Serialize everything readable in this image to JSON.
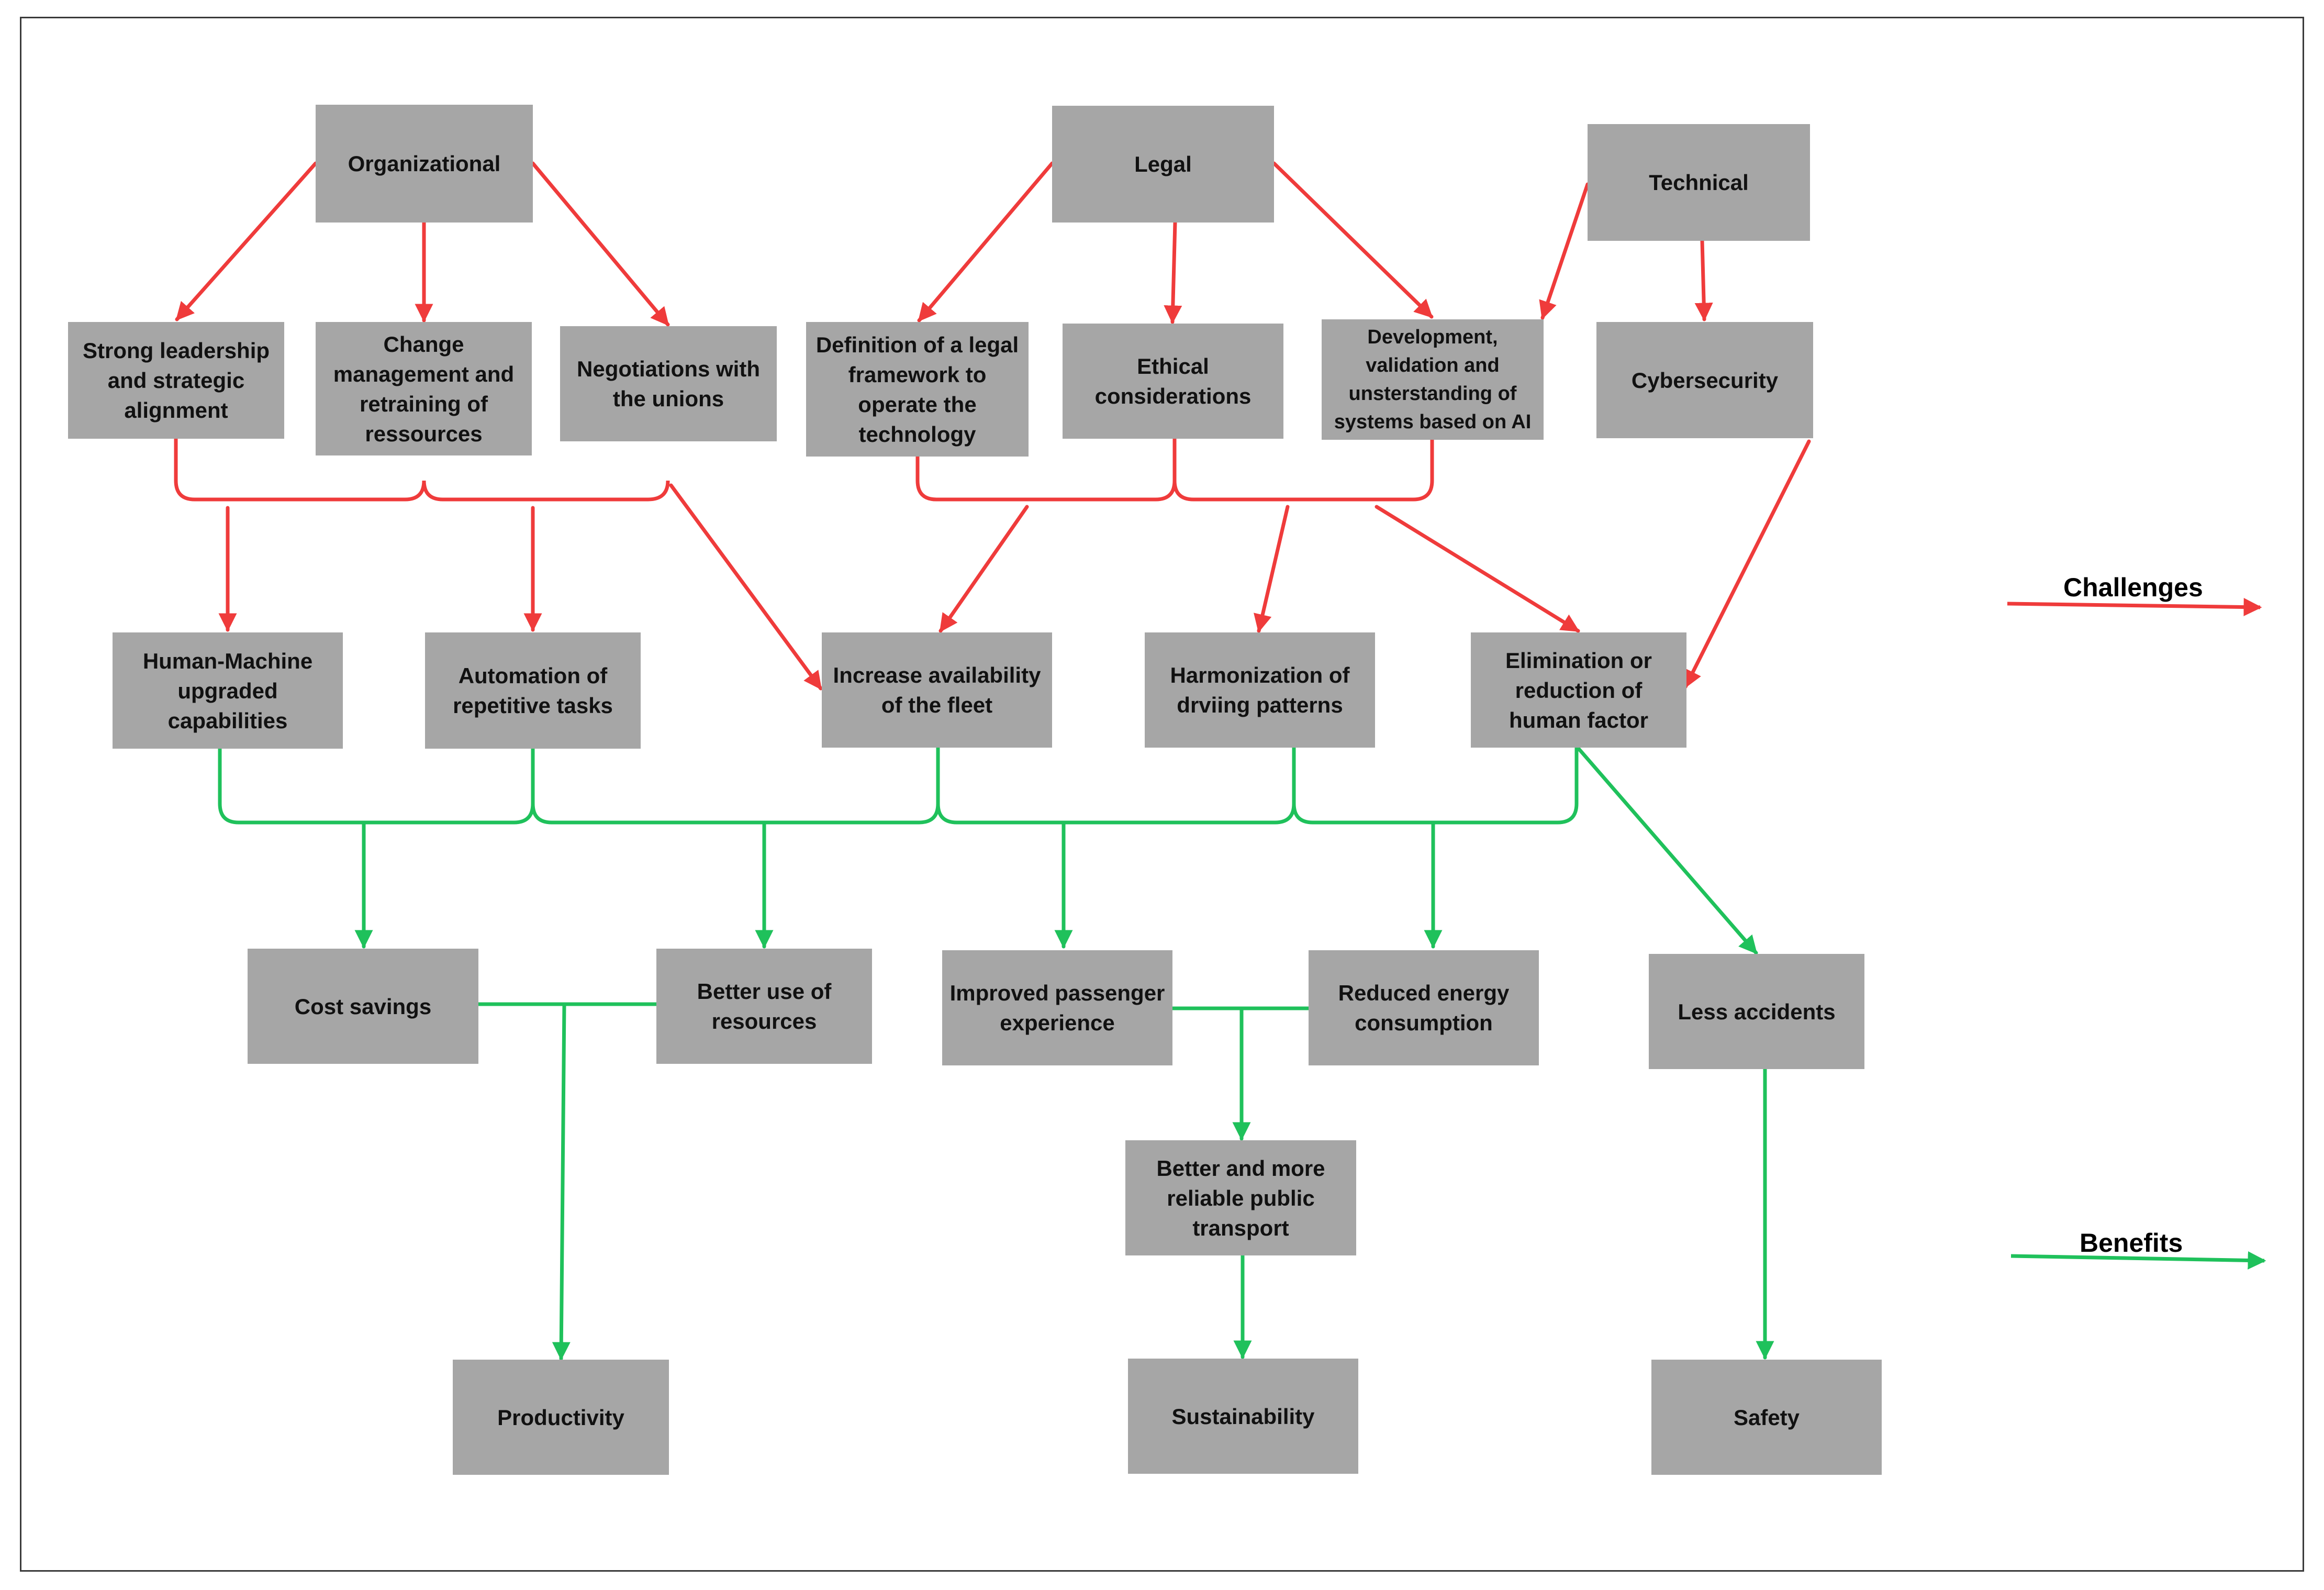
{
  "colors": {
    "challenge": "#ef3b3b",
    "benefit": "#1fc15b",
    "box": "#a6a6a6",
    "text": "#111111",
    "border": "#3a3a3a"
  },
  "categories": {
    "organizational": "Organizational",
    "legal": "Legal",
    "technical": "Technical"
  },
  "challenges": {
    "leadership": "Strong leadership\nand strategic\nalignment",
    "change_mgmt": "Change\nmanagement and\nretraining of\nressources",
    "unions": "Negotiations with\nthe unions",
    "legal_framework": "Definition of a legal\nframework to\noperate the\ntechnology",
    "ethical": "Ethical\nconsiderations",
    "ai_systems": "Development,\nvalidation and\nunsterstanding of\nsystems based on AI",
    "cybersecurity": "Cybersecurity"
  },
  "outcomes": {
    "human_machine": "Human-Machine\nupgraded\ncapabilities",
    "automation": "Automation of\nrepetitive tasks",
    "fleet": "Increase availability\nof the fleet",
    "driving": "Harmonization of\ndrviing patterns",
    "human_factor": "Elimination or\nreduction of\nhuman factor"
  },
  "benefits": {
    "cost": "Cost savings",
    "resources": "Better use of\nresources",
    "passenger": "Improved passenger\nexperience",
    "energy": "Reduced energy\nconsumption",
    "accidents": "Less accidents",
    "transport": "Better and more\nreliable public\ntransport"
  },
  "goals": {
    "productivity": "Productivity",
    "sustainability": "Sustainability",
    "safety": "Safety"
  },
  "legend": {
    "challenges": "Challenges",
    "benefits": "Benefits"
  }
}
